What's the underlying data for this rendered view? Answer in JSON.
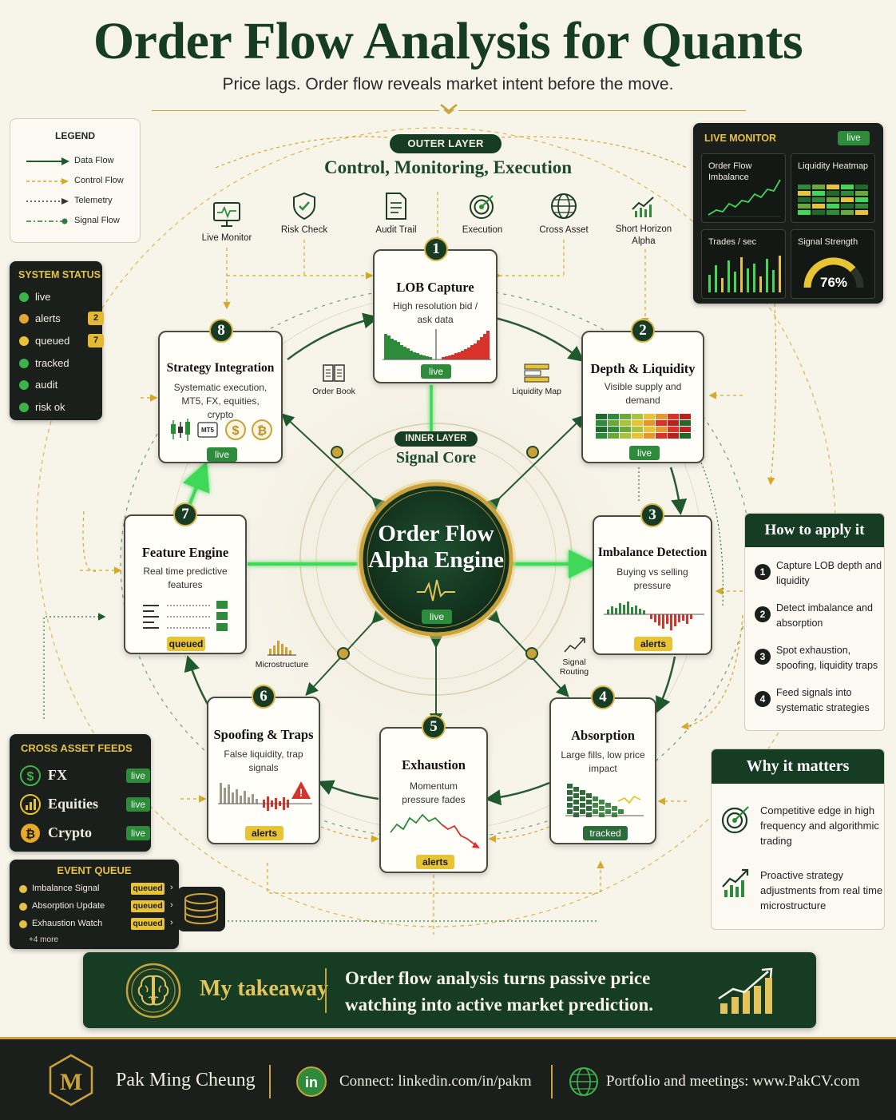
{
  "header": {
    "title": "Order Flow Analysis for Quants",
    "subtitle": "Price lags. Order flow reveals market intent before the move."
  },
  "legend": {
    "title": "LEGEND",
    "items": [
      {
        "label": "Data Flow",
        "color": "#1f5a2e",
        "style": "solid"
      },
      {
        "label": "Control Flow",
        "color": "#d6a928",
        "style": "dashed"
      },
      {
        "label": "Telemetry",
        "color": "#333333",
        "style": "dotted"
      },
      {
        "label": "Signal Flow",
        "color": "#2f7a3c",
        "style": "dash-dot"
      }
    ]
  },
  "system_status": {
    "title": "SYSTEM STATUS",
    "items": [
      {
        "label": "live",
        "color": "#3cb34a"
      },
      {
        "label": "alerts",
        "color": "#e5a532",
        "count": "2"
      },
      {
        "label": "queued",
        "color": "#e8c333",
        "count": "7"
      },
      {
        "label": "tracked",
        "color": "#3cb34a"
      },
      {
        "label": "audit",
        "color": "#3cb34a"
      },
      {
        "label": "risk ok",
        "color": "#3cb34a"
      }
    ]
  },
  "outer_layer": {
    "pill": "OUTER LAYER",
    "subtitle": "Control, Monitoring, Execution",
    "icons": [
      {
        "label": "Live Monitor",
        "icon": "monitor-pulse-icon"
      },
      {
        "label": "Risk Check",
        "icon": "shield-check-icon"
      },
      {
        "label": "Audit Trail",
        "icon": "document-icon"
      },
      {
        "label": "Execution",
        "icon": "target-icon"
      },
      {
        "label": "Cross Asset",
        "icon": "globe-icon"
      },
      {
        "label": "Short Horizon Alpha",
        "icon": "trend-bars-icon"
      }
    ]
  },
  "live_monitor": {
    "title": "LIVE MONITOR",
    "status": "live",
    "tiles": [
      {
        "label": "Order Flow Imbalance"
      },
      {
        "label": "Liquidity Heatmap"
      },
      {
        "label": "Trades / sec"
      },
      {
        "label": "Signal Strength",
        "value": "76%",
        "gauge": 0.76
      }
    ]
  },
  "inner_layer": {
    "pill": "INNER LAYER",
    "subtitle": "Signal Core",
    "core_title": "Order Flow Alpha Engine",
    "core_status": "live"
  },
  "nodes": [
    {
      "num": "1",
      "title": "LOB Capture",
      "desc": "High resolution bid / ask data",
      "status": "live"
    },
    {
      "num": "2",
      "title": "Depth & Liquidity",
      "desc": "Visible supply and demand",
      "status": "live"
    },
    {
      "num": "3",
      "title": "Imbalance Detection",
      "desc": "Buying vs selling pressure",
      "status": "alerts"
    },
    {
      "num": "4",
      "title": "Absorption",
      "desc": "Large fills, low price impact",
      "status": "tracked"
    },
    {
      "num": "5",
      "title": "Exhaustion",
      "desc": "Momentum pressure fades",
      "status": "alerts"
    },
    {
      "num": "6",
      "title": "Spoofing & Traps",
      "desc": "False liquidity, trap signals",
      "status": "alerts"
    },
    {
      "num": "7",
      "title": "Feature Engine",
      "desc": "Real time predictive features",
      "status": "queued"
    },
    {
      "num": "8",
      "title": "Strategy Integration",
      "desc": "Systematic execution, MT5, FX, equities, crypto",
      "status": "live",
      "mt5_label": "MT5"
    }
  ],
  "inner_labels": {
    "order_book": "Order Book",
    "liquidity_map": "Liquidity Map",
    "microstructure": "Microstructure",
    "signal_routing": "Signal Routing"
  },
  "how_to_apply": {
    "title": "How to apply it",
    "items": [
      {
        "n": "1",
        "text": "Capture LOB depth and liquidity"
      },
      {
        "n": "2",
        "text": "Detect imbalance and absorption"
      },
      {
        "n": "3",
        "text": "Spot exhaustion, spoofing, liquidity traps"
      },
      {
        "n": "4",
        "text": "Feed signals into systematic strategies"
      }
    ]
  },
  "why_it_matters": {
    "title": "Why it matters",
    "items": [
      {
        "icon": "target-icon",
        "text": "Competitive edge in high frequency and algorithmic trading"
      },
      {
        "icon": "growth-chart-icon",
        "text": "Proactive strategy adjustments from real time microstructure"
      }
    ]
  },
  "cross_asset_feeds": {
    "title": "CROSS ASSET FEEDS",
    "items": [
      {
        "name": "FX",
        "status": "live",
        "icon": "dollar-icon"
      },
      {
        "name": "Equities",
        "status": "live",
        "icon": "bar-chart-icon"
      },
      {
        "name": "Crypto",
        "status": "live",
        "icon": "bitcoin-icon"
      }
    ]
  },
  "event_queue": {
    "title": "EVENT QUEUE",
    "items": [
      {
        "label": "Imbalance Signal",
        "status": "queued"
      },
      {
        "label": "Absorption Update",
        "status": "queued"
      },
      {
        "label": "Exhaustion Watch",
        "status": "queued"
      }
    ],
    "more": "+4 more"
  },
  "takeaway": {
    "label": "My takeaway",
    "text": "Order flow analysis turns passive price watching into active market prediction."
  },
  "footer": {
    "name": "Pak Ming Cheung",
    "connect": "Connect: linkedin.com/in/pakm",
    "portfolio": "Portfolio and meetings: www.PakCV.com",
    "logo_letter": "M"
  },
  "colors": {
    "dark_green": "#163d24",
    "gold": "#d6a928",
    "live_green": "#2e8b3c",
    "alert_yellow": "#e8c333",
    "red": "#d9322b",
    "background": "#f7f4ea"
  }
}
